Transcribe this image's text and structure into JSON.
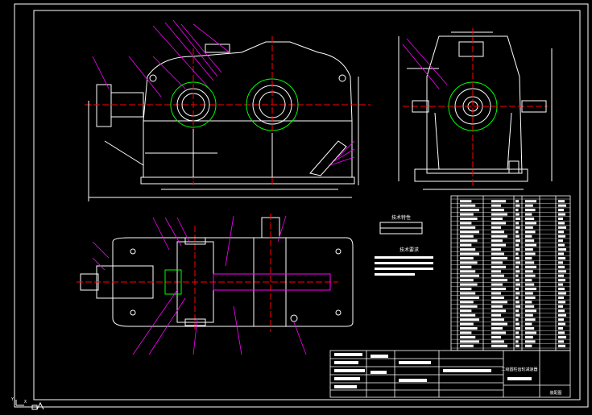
{
  "canvas": {
    "background": "#000000"
  },
  "colors": {
    "frame": "#ffffff",
    "outline": "#ffffff",
    "centerline": "#ff0000",
    "hidden": "#00ff00",
    "leader": "#ff00ff",
    "dimension": "#ffffff",
    "table": "#ffffff"
  },
  "drawing": {
    "views": [
      "front-view",
      "side-view",
      "top-section-view"
    ],
    "technical_characteristics_title": "技术特性",
    "technical_requirements_title": "技术要求",
    "title_block_name": "二级圆柱齿轮减速器",
    "drawing_label": "装配图"
  },
  "axis_icon": {
    "x_label": "X",
    "y_label": "Y"
  }
}
